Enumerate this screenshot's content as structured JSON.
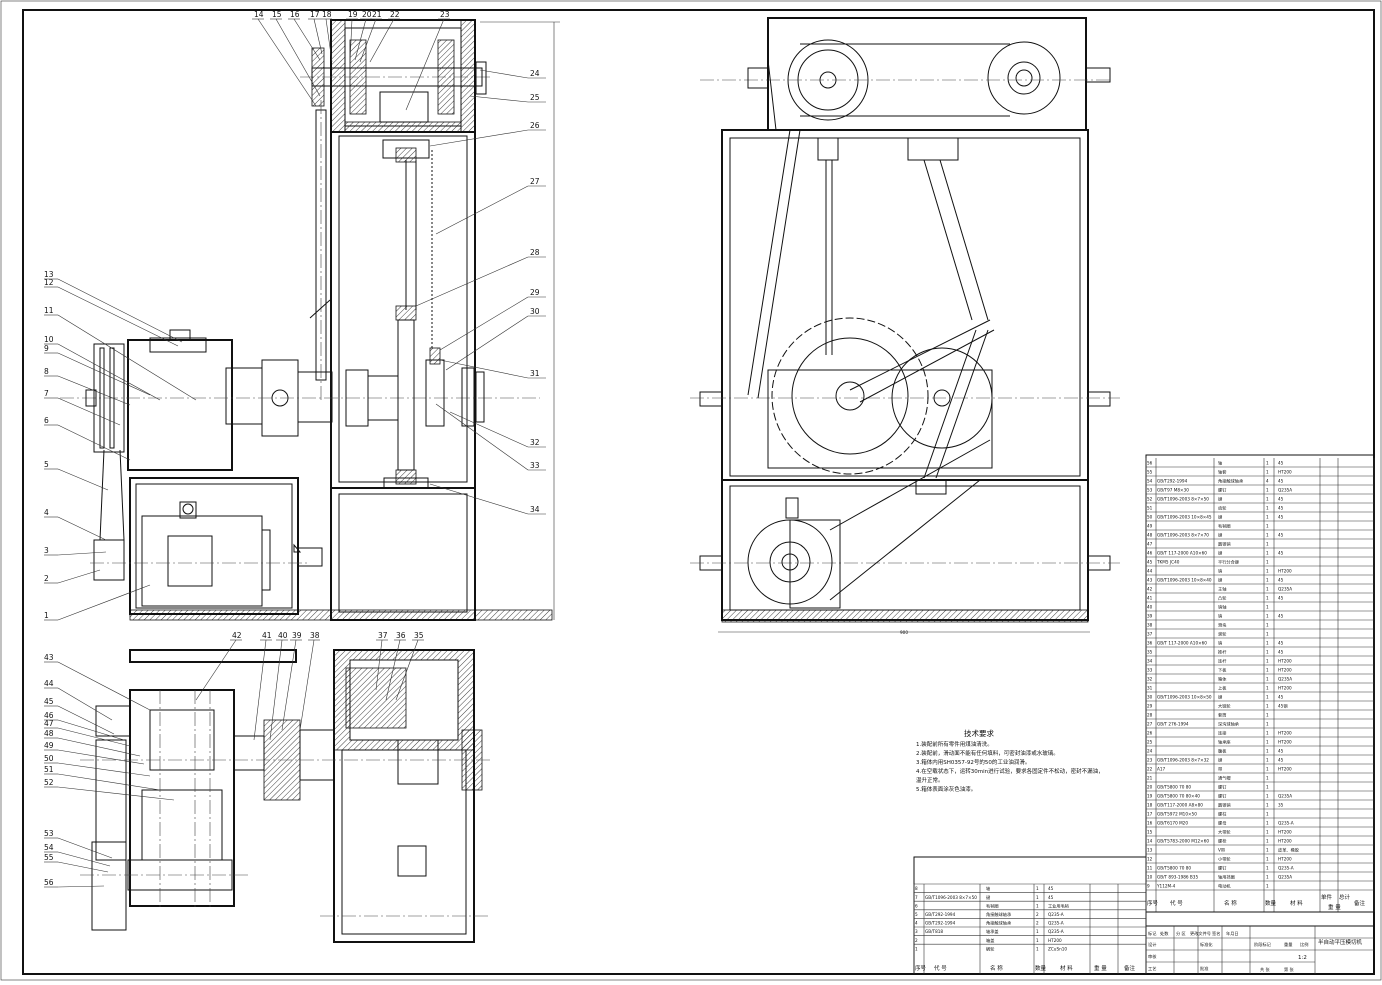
{
  "drawing": {
    "title": "半自动平压模切机",
    "scale": "1:2",
    "projection_labels": {
      "stage_mark": "阶段标记",
      "weight": "重量",
      "scale": "比例",
      "sheets_total": "共 张",
      "sheet_no": "第 张"
    },
    "title_block_rows": [
      "标记",
      "处数",
      "分 区",
      "更改文件号",
      "签名",
      "年月日"
    ],
    "signature_rows": {
      "design": "设计",
      "standardize": "标准化",
      "review": "审核",
      "process": "工艺",
      "approve": "批准"
    },
    "dim_bottom_right_view": "900"
  },
  "technical_requirements": {
    "heading": "技术要求",
    "lines": [
      "1.装配前所有零件用煤油清洗。",
      "2.装配前，滑动面不能有任何填料，可密封油漆或水玻璃。",
      "3.箱体内用SH0357-92号的50的工业油润滑。",
      "4.在空载状态下，运转30min进行试验，要求各固定件不松动，密封不漏油，",
      "温升正常。",
      "5.箱体表面涂灰色油漆。"
    ]
  },
  "callouts_front": [
    "1",
    "2",
    "3",
    "4",
    "5",
    "6",
    "7",
    "8",
    "9",
    "10",
    "11",
    "12",
    "13",
    "14",
    "15",
    "16",
    "17",
    "18",
    "19",
    "20",
    "21",
    "22",
    "23",
    "24",
    "25",
    "26",
    "27",
    "28",
    "29",
    "30",
    "31",
    "32",
    "33",
    "34"
  ],
  "callouts_plan": [
    "35",
    "36",
    "37",
    "38",
    "39",
    "40",
    "41",
    "42",
    "43",
    "44",
    "45",
    "46",
    "47",
    "48",
    "49",
    "50",
    "51",
    "52",
    "53",
    "54",
    "55",
    "56"
  ],
  "parts_list_header": {
    "no": "序号",
    "code": "代 号",
    "name": "名 称",
    "qty": "数量",
    "material": "材 料",
    "unit_weight": "单件",
    "total_weight": "总计",
    "weight": "重 量",
    "remarks": "备注"
  },
  "parts_list": [
    {
      "no": "56",
      "code": "",
      "name": "轴",
      "qty": "1",
      "material": "45"
    },
    {
      "no": "55",
      "code": "",
      "name": "轴套",
      "qty": "1",
      "material": "HT200"
    },
    {
      "no": "54",
      "code": "GB/T292-1994",
      "name": "角接触球轴承",
      "qty": "4",
      "material": "45"
    },
    {
      "no": "53",
      "code": "GB/T97 M8×30",
      "name": "螺钉",
      "qty": "1",
      "material": "Q235A"
    },
    {
      "no": "52",
      "code": "GB/T1096-2003 8×7×50",
      "name": "键",
      "qty": "1",
      "material": "45"
    },
    {
      "no": "51",
      "code": "",
      "name": "齿轮",
      "qty": "1",
      "material": "45"
    },
    {
      "no": "50",
      "code": "GB/T1096-2003 10×8×45",
      "name": "键",
      "qty": "1",
      "material": "45"
    },
    {
      "no": "49",
      "code": "",
      "name": "毛毡圈",
      "qty": "1",
      "material": ""
    },
    {
      "no": "48",
      "code": "GB/T1096-2003 8×7×70",
      "name": "键",
      "qty": "1",
      "material": "45"
    },
    {
      "no": "47",
      "code": "",
      "name": "圆锥销",
      "qty": "1",
      "material": ""
    },
    {
      "no": "46",
      "code": "GB/T 117-2000 A10×60",
      "name": "键",
      "qty": "1",
      "material": "45"
    },
    {
      "no": "45",
      "code": "TKM5 JC40",
      "name": "平行分合键",
      "qty": "1",
      "material": ""
    },
    {
      "no": "44",
      "code": "",
      "name": "销",
      "qty": "1",
      "material": "HT200"
    },
    {
      "no": "43",
      "code": "GB/T1096-2003 10×8×40",
      "name": "键",
      "qty": "1",
      "material": "45"
    },
    {
      "no": "42",
      "code": "",
      "name": "主轴",
      "qty": "1",
      "material": "Q235A"
    },
    {
      "no": "41",
      "code": "",
      "name": "凸轮",
      "qty": "1",
      "material": "45"
    },
    {
      "no": "40",
      "code": "",
      "name": "销轴",
      "qty": "1",
      "material": ""
    },
    {
      "no": "39",
      "code": "",
      "name": "销",
      "qty": "1",
      "material": "45"
    },
    {
      "no": "38",
      "code": "",
      "name": "滑块",
      "qty": "1",
      "material": ""
    },
    {
      "no": "37",
      "code": "",
      "name": "滚轮",
      "qty": "1",
      "material": ""
    },
    {
      "no": "36",
      "code": "GB/T 117-2000 A10×60",
      "name": "销",
      "qty": "1",
      "material": "45"
    },
    {
      "no": "35",
      "code": "",
      "name": "推杆",
      "qty": "1",
      "material": "45"
    },
    {
      "no": "34",
      "code": "",
      "name": "连杆",
      "qty": "1",
      "material": "HT200"
    },
    {
      "no": "33",
      "code": "",
      "name": "下板",
      "qty": "1",
      "material": "HT200"
    },
    {
      "no": "32",
      "code": "",
      "name": "箱体",
      "qty": "1",
      "material": "Q235A"
    },
    {
      "no": "31",
      "code": "",
      "name": "上板",
      "qty": "1",
      "material": "HT200"
    },
    {
      "no": "30",
      "code": "GB/T1096-2003 10×8×50",
      "name": "键",
      "qty": "1",
      "material": "45"
    },
    {
      "no": "29",
      "code": "",
      "name": "大链轮",
      "qty": "1",
      "material": "45钢"
    },
    {
      "no": "28",
      "code": "",
      "name": "套筒",
      "qty": "1",
      "material": ""
    },
    {
      "no": "27",
      "code": "GB/T 276-1994",
      "name": "深沟球轴承",
      "qty": "1",
      "material": ""
    },
    {
      "no": "26",
      "code": "",
      "name": "连接",
      "qty": "1",
      "material": "HT200"
    },
    {
      "no": "25",
      "code": "",
      "name": "轴承座",
      "qty": "1",
      "material": "HT200"
    },
    {
      "no": "24",
      "code": "",
      "name": "腹板",
      "qty": "1",
      "material": "45"
    },
    {
      "no": "23",
      "code": "GB/T1096-2003 8×7×32",
      "name": "键",
      "qty": "1",
      "material": "45"
    },
    {
      "no": "22",
      "code": "A17",
      "name": "带",
      "qty": "1",
      "material": "HT200"
    },
    {
      "no": "21",
      "code": "",
      "name": "通气帽",
      "qty": "1",
      "material": ""
    },
    {
      "no": "20",
      "code": "GB/T5800 70 80",
      "name": "螺钉",
      "qty": "1",
      "material": ""
    },
    {
      "no": "19",
      "code": "GB/T5800 70 80×40",
      "name": "螺钉",
      "qty": "1",
      "material": "Q235A"
    },
    {
      "no": "18",
      "code": "GB/T117-2000 A8×80",
      "name": "圆锥销",
      "qty": "1",
      "material": "35"
    },
    {
      "no": "17",
      "code": "GB/T5972 M10×50",
      "name": "螺柱",
      "qty": "1",
      "material": ""
    },
    {
      "no": "16",
      "code": "GB/T6170 M20",
      "name": "螺母",
      "qty": "1",
      "material": "Q235-A"
    },
    {
      "no": "15",
      "code": "",
      "name": "大带轮",
      "qty": "1",
      "material": "HT200"
    },
    {
      "no": "14",
      "code": "GB/T5783-2000 M12×60",
      "name": "螺栓",
      "qty": "1",
      "material": "HT200"
    },
    {
      "no": "13",
      "code": "",
      "name": "V带",
      "qty": "1",
      "material": "皮革、橡胶"
    },
    {
      "no": "12",
      "code": "",
      "name": "小带轮",
      "qty": "1",
      "material": "HT200"
    },
    {
      "no": "11",
      "code": "GB/T5800 70 80",
      "name": "螺钉",
      "qty": "1",
      "material": "Q235-A"
    },
    {
      "no": "10",
      "code": "GB/T 893-1986 B35",
      "name": "轴用挡圈",
      "qty": "1",
      "material": "Q235A"
    },
    {
      "no": "9",
      "code": "Y112M-4",
      "name": "电动机",
      "qty": "1",
      "material": ""
    }
  ],
  "parts_list_lower": [
    {
      "no": "8",
      "code": "",
      "name": "轴",
      "qty": "1",
      "material": "45"
    },
    {
      "no": "7",
      "code": "GB/T1096-2003 8×7×50",
      "name": "键",
      "qty": "1",
      "material": "45"
    },
    {
      "no": "6",
      "code": "",
      "name": "毛毡圈",
      "qty": "1",
      "material": "工业用毛毡"
    },
    {
      "no": "5",
      "code": "GB/T292-1994",
      "name": "角接触球轴承",
      "qty": "2",
      "material": "Q235-A"
    },
    {
      "no": "4",
      "code": "GB/T292-1994",
      "name": "角接触球轴承",
      "qty": "2",
      "material": "Q235-A"
    },
    {
      "no": "3",
      "code": "GB/T818",
      "name": "轴承盖",
      "qty": "1",
      "material": "Q235-A"
    },
    {
      "no": "2",
      "code": "",
      "name": "箱盖",
      "qty": "1",
      "material": "HT200"
    },
    {
      "no": "1",
      "code": "",
      "name": "蜗轮",
      "qty": "1",
      "material": "ZCuSn10"
    }
  ]
}
